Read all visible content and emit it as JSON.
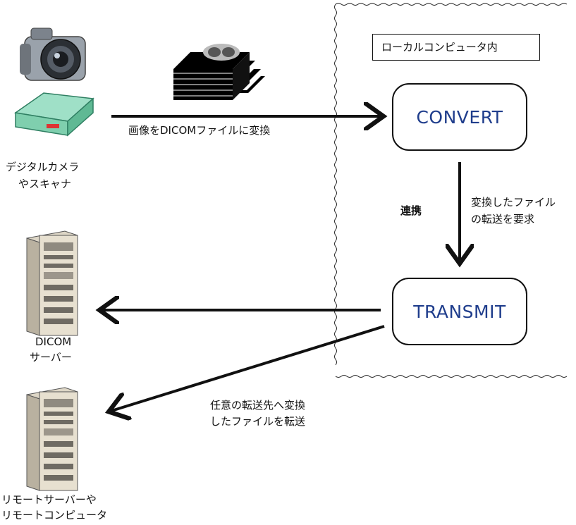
{
  "local_area": {
    "title": "ローカルコンピュータ内"
  },
  "nodes": {
    "convert": "CONVERT",
    "transmit": "TRANSMIT"
  },
  "devices": {
    "camera_scanner_line1": "デジタルカメラ",
    "camera_scanner_line2": "やスキャナ",
    "dicom_server_line1": "DICOM",
    "dicom_server_line2": "サーバー",
    "remote_line1": "リモートサーバーや",
    "remote_line2": "リモートコンピュータ"
  },
  "edges": {
    "convert_input": "画像をDICOMファイルに変換",
    "link": "連携",
    "request_line1": "変換したファイル",
    "request_line2": "の転送を要求",
    "remote_line1": "任意の転送先へ変換",
    "remote_line2": "したファイルを転送"
  },
  "colors": {
    "node_text": "#1f3d8c",
    "arrow": "#111111"
  }
}
